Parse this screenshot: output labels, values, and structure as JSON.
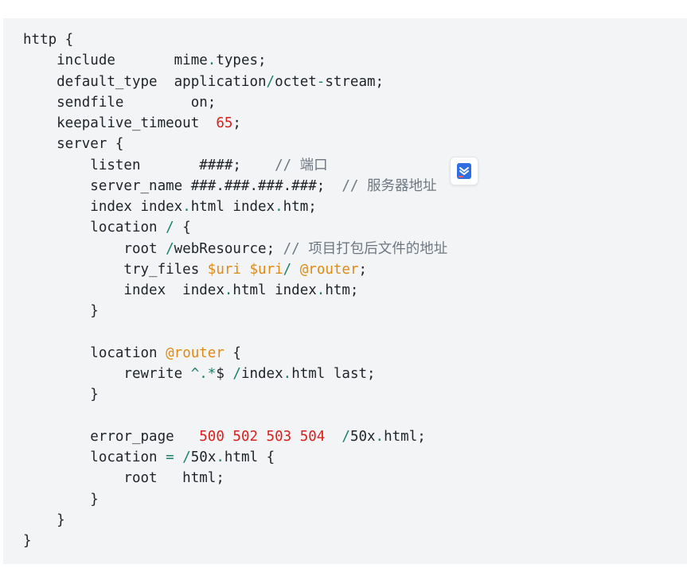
{
  "code_lines": [
    [
      {
        "t": "http {",
        "c": "plain"
      }
    ],
    [
      {
        "t": "    include       mime",
        "c": "plain"
      },
      {
        "t": ".",
        "c": "op"
      },
      {
        "t": "types;",
        "c": "plain"
      }
    ],
    [
      {
        "t": "    default_type  application",
        "c": "plain"
      },
      {
        "t": "/",
        "c": "op"
      },
      {
        "t": "octet",
        "c": "plain"
      },
      {
        "t": "-",
        "c": "op"
      },
      {
        "t": "stream;",
        "c": "plain"
      }
    ],
    [
      {
        "t": "    sendfile        on;",
        "c": "plain"
      }
    ],
    [
      {
        "t": "    keepalive_timeout  ",
        "c": "plain"
      },
      {
        "t": "65",
        "c": "num"
      },
      {
        "t": ";",
        "c": "plain"
      }
    ],
    [
      {
        "t": "    server {",
        "c": "plain"
      }
    ],
    [
      {
        "t": "        listen       ####;    ",
        "c": "plain"
      },
      {
        "t": "// 端口",
        "c": "cmt"
      }
    ],
    [
      {
        "t": "        server_name ###.###.###.###;  ",
        "c": "plain"
      },
      {
        "t": "// 服务器地址",
        "c": "cmt"
      }
    ],
    [
      {
        "t": "        index index",
        "c": "plain"
      },
      {
        "t": ".",
        "c": "op"
      },
      {
        "t": "html index",
        "c": "plain"
      },
      {
        "t": ".",
        "c": "op"
      },
      {
        "t": "htm;",
        "c": "plain"
      }
    ],
    [
      {
        "t": "        location ",
        "c": "plain"
      },
      {
        "t": "/",
        "c": "op"
      },
      {
        "t": " {",
        "c": "plain"
      }
    ],
    [
      {
        "t": "            root ",
        "c": "plain"
      },
      {
        "t": "/",
        "c": "op"
      },
      {
        "t": "webResource; ",
        "c": "plain"
      },
      {
        "t": "// 项目打包后文件的地址",
        "c": "cmt"
      }
    ],
    [
      {
        "t": "            try_files ",
        "c": "plain"
      },
      {
        "t": "$uri",
        "c": "var"
      },
      {
        "t": " ",
        "c": "plain"
      },
      {
        "t": "$uri",
        "c": "var"
      },
      {
        "t": "/",
        "c": "op"
      },
      {
        "t": " ",
        "c": "plain"
      },
      {
        "t": "@router",
        "c": "var"
      },
      {
        "t": ";",
        "c": "plain"
      }
    ],
    [
      {
        "t": "            index  index",
        "c": "plain"
      },
      {
        "t": ".",
        "c": "op"
      },
      {
        "t": "html index",
        "c": "plain"
      },
      {
        "t": ".",
        "c": "op"
      },
      {
        "t": "htm;",
        "c": "plain"
      }
    ],
    [
      {
        "t": "        }",
        "c": "plain"
      }
    ],
    [
      {
        "t": "",
        "c": "plain"
      }
    ],
    [
      {
        "t": "        location ",
        "c": "plain"
      },
      {
        "t": "@router",
        "c": "var"
      },
      {
        "t": " {",
        "c": "plain"
      }
    ],
    [
      {
        "t": "            rewrite ",
        "c": "plain"
      },
      {
        "t": "^.*",
        "c": "op"
      },
      {
        "t": "$ ",
        "c": "plain"
      },
      {
        "t": "/",
        "c": "op"
      },
      {
        "t": "index",
        "c": "plain"
      },
      {
        "t": ".",
        "c": "op"
      },
      {
        "t": "html last;",
        "c": "plain"
      }
    ],
    [
      {
        "t": "        }",
        "c": "plain"
      }
    ],
    [
      {
        "t": "",
        "c": "plain"
      }
    ],
    [
      {
        "t": "        error_page   ",
        "c": "plain"
      },
      {
        "t": "500 502 503 504",
        "c": "num"
      },
      {
        "t": "  ",
        "c": "plain"
      },
      {
        "t": "/",
        "c": "op"
      },
      {
        "t": "50x",
        "c": "plain"
      },
      {
        "t": ".",
        "c": "op"
      },
      {
        "t": "html;",
        "c": "plain"
      }
    ],
    [
      {
        "t": "        location ",
        "c": "plain"
      },
      {
        "t": "=",
        "c": "op"
      },
      {
        "t": " ",
        "c": "plain"
      },
      {
        "t": "/",
        "c": "op"
      },
      {
        "t": "50x",
        "c": "plain"
      },
      {
        "t": ".",
        "c": "op"
      },
      {
        "t": "html {",
        "c": "plain"
      }
    ],
    [
      {
        "t": "            root   html;",
        "c": "plain"
      }
    ],
    [
      {
        "t": "        }",
        "c": "plain"
      }
    ],
    [
      {
        "t": "    }",
        "c": "plain"
      }
    ],
    [
      {
        "t": "}",
        "c": "plain"
      }
    ]
  ],
  "token_colors": {
    "num": "#d8211c",
    "var": "#e08a12",
    "op": "#1a7f6a",
    "cmt": "#6e7781",
    "plain": "#1f2328"
  },
  "floating_button": {
    "icon": "bookmark-icon",
    "color": "#2f6fe4"
  }
}
